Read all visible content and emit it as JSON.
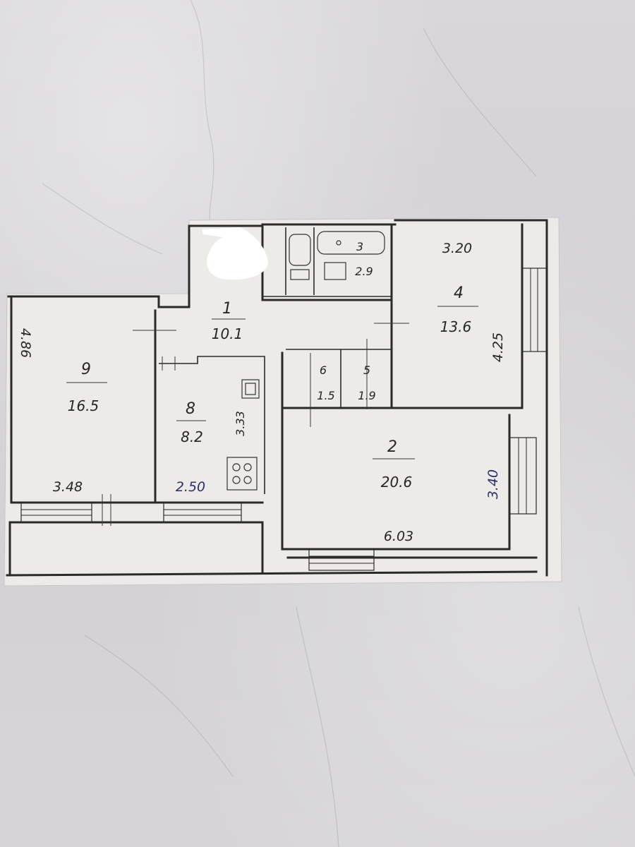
{
  "rooms": [
    {
      "id": "1",
      "number": "1",
      "area": "10.1"
    },
    {
      "id": "2",
      "number": "2",
      "area": "20.6"
    },
    {
      "id": "3",
      "number": "3",
      "area": "2.9"
    },
    {
      "id": "4",
      "number": "4",
      "area": "13.6"
    },
    {
      "id": "5",
      "number": "5",
      "area": "1.9"
    },
    {
      "id": "6",
      "number": "6",
      "area": "1.5"
    },
    {
      "id": "8",
      "number": "8",
      "area": "8.2"
    },
    {
      "id": "9",
      "number": "9",
      "area": "16.5"
    }
  ],
  "dimensions": {
    "room9_height": "4.86",
    "room9_width": "3.48",
    "room8_width": "2.50",
    "room8_height": "3.33",
    "room4_width": "3.20",
    "room4_height": "4.25",
    "room2_width": "6.03",
    "room2_height": "3.40"
  }
}
